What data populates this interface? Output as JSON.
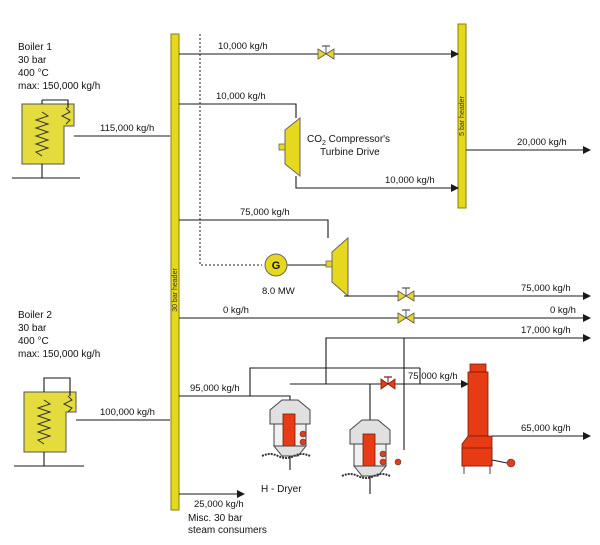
{
  "colors": {
    "header": "#e6d81d",
    "header_stroke": "#8a7e00",
    "boiler": "#e3dc3c",
    "dryer": "#e63b14",
    "valve": "#e7d62a",
    "valve_red": "#e63b14",
    "line": "#1a1a1a"
  },
  "boilers": [
    {
      "name": "Boiler 1",
      "pressure": "30 bar",
      "temperature": "400 °C",
      "capacity": "max: 150,000 kg/h",
      "flow": "115,000 kg/h"
    },
    {
      "name": "Boiler 2",
      "pressure": "30 bar",
      "temperature": "400 °C",
      "capacity": "max: 150,000 kg/h",
      "flow": "100,000 kg/h"
    }
  ],
  "headers": {
    "hp": "30 bar header",
    "lp": "5 bar header"
  },
  "equipment": {
    "compressor_line1": "CO",
    "compressor_sub": "2",
    "compressor_line1b": " Compressor's",
    "compressor_line2": "Turbine Drive",
    "generator_symbol": "G",
    "generator_power": "8.0 MW",
    "dryer": "H - Dryer",
    "misc_line1": "Misc. 30 bar",
    "misc_line2": "steam consumers"
  },
  "flows": {
    "bypass_top": "10,000 kg/h",
    "compressor_in": "10,000 kg/h",
    "compressor_out": "10,000 kg/h",
    "lp_out": "20,000 kg/h",
    "gen_turbine_in": "75,000 kg/h",
    "gen_turbine_out": "75,000 kg/h",
    "bypass_0": "0 kg/h",
    "bypass_0_out": "0 kg/h",
    "out_17000": "17,000 kg/h",
    "dryer_in": "95,000 kg/h",
    "evap_in": "75,000 kg/h",
    "evap_out": "65,000 kg/h",
    "misc": "25,000 kg/h"
  }
}
